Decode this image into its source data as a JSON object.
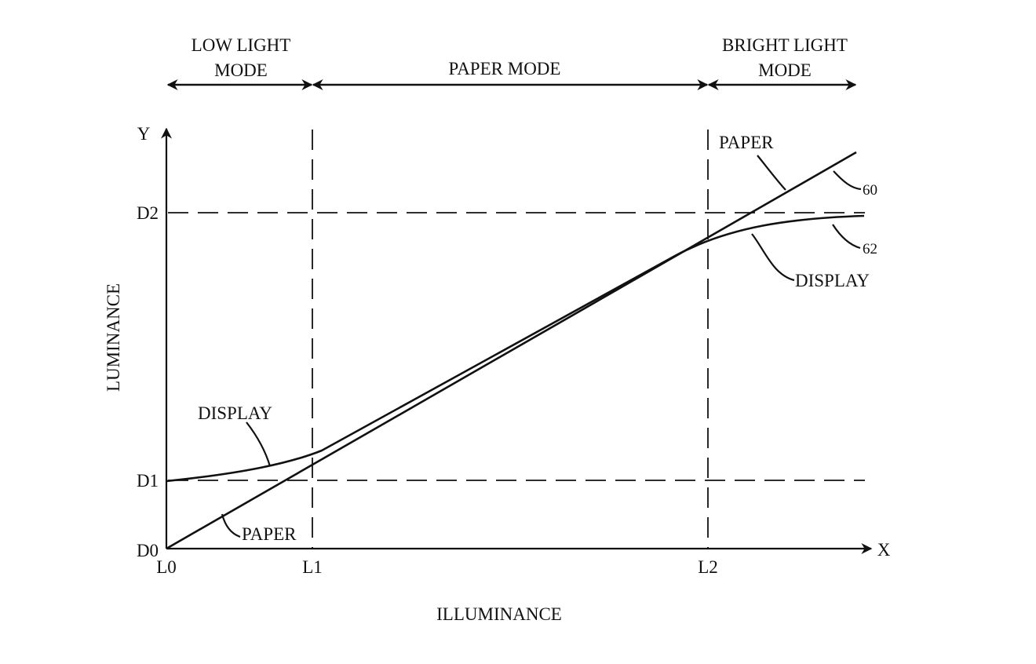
{
  "modes": [
    {
      "lines": [
        "LOW LIGHT",
        "MODE"
      ]
    },
    {
      "lines": [
        "PAPER MODE"
      ]
    },
    {
      "lines": [
        "BRIGHT LIGHT",
        "MODE"
      ]
    }
  ],
  "axes": {
    "y_symbol": "Y",
    "x_symbol": "X",
    "y_label": "LUMINANCE",
    "x_label": "ILLUMINANCE"
  },
  "x_ticks": [
    "L0",
    "L1",
    "L2"
  ],
  "y_ticks": [
    "D0",
    "D1",
    "D2"
  ],
  "curve_labels": {
    "paper_low": "PAPER",
    "display_low": "DISPLAY",
    "paper_high": "PAPER",
    "display_high": "DISPLAY"
  },
  "reference_numerals": {
    "paper_curve": "60",
    "display_curve": "62"
  }
}
